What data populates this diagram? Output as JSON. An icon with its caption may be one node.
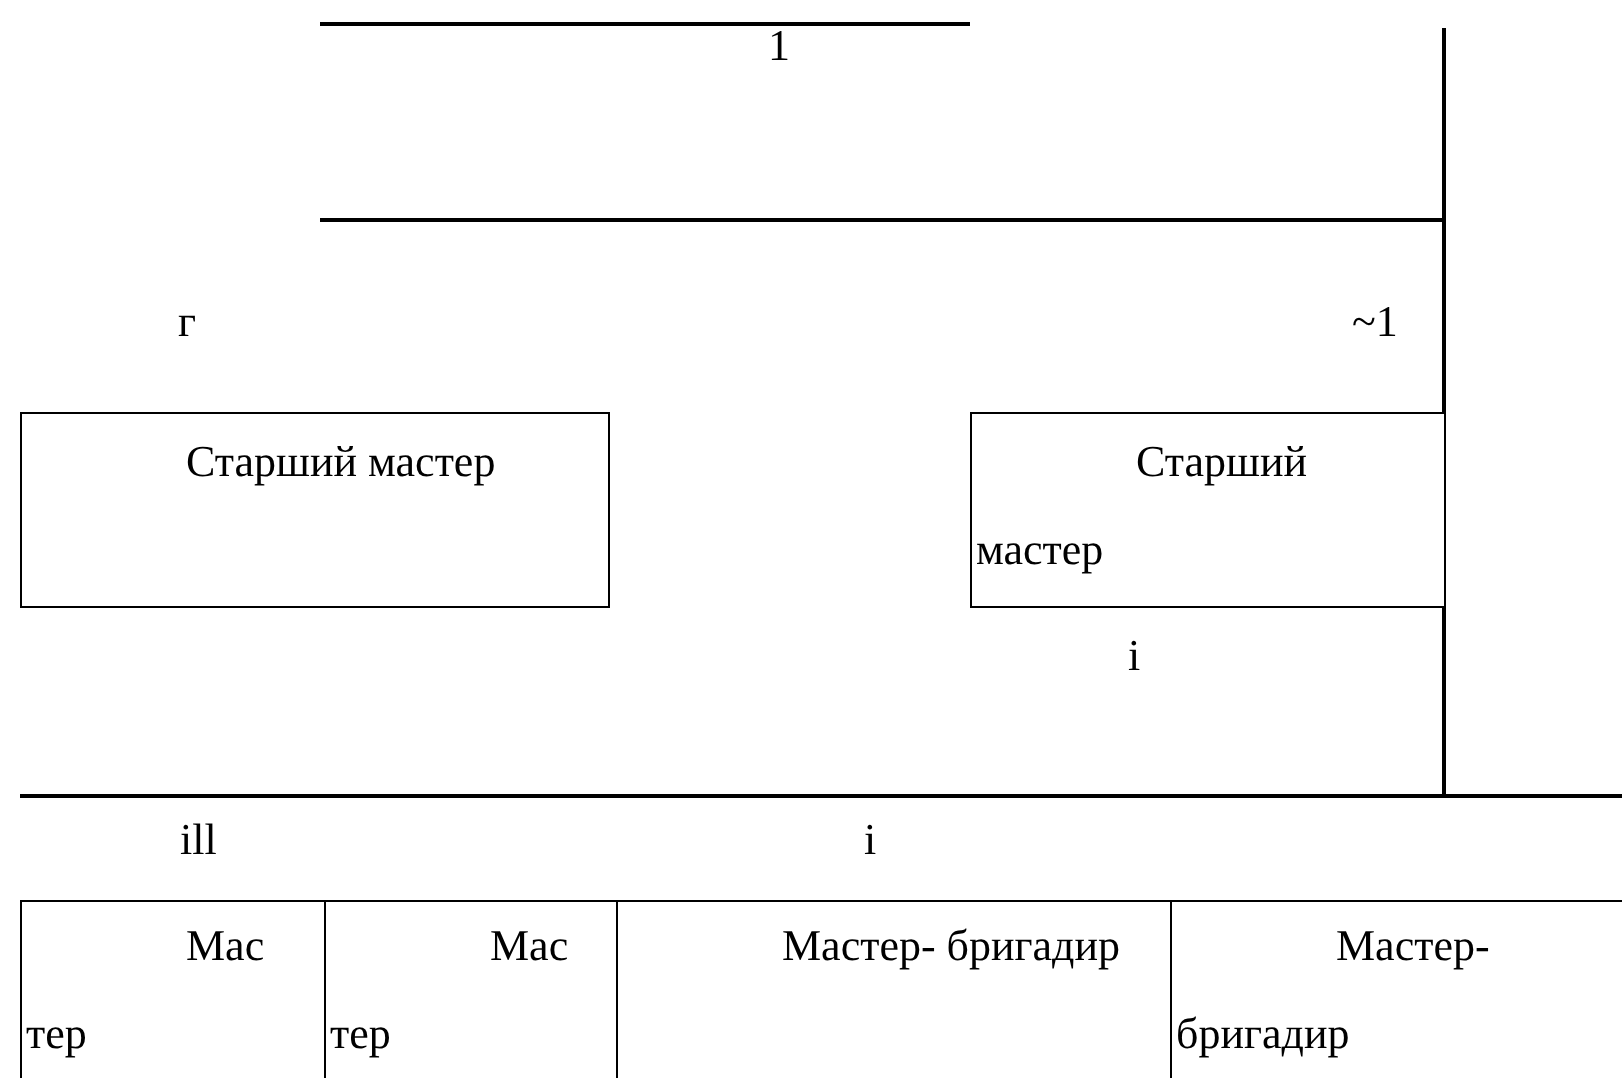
{
  "diagram": {
    "nodes": [
      {
        "text": [
          "Старший мастер"
        ]
      },
      {
        "text": [
          "Старший мастер"
        ]
      },
      {
        "text": [
          "Мас тер"
        ]
      },
      {
        "text": [
          "Мас тер"
        ]
      },
      {
        "text": [
          "Мастер- бригадир"
        ]
      },
      {
        "text": [
          "Мастер- бригадир"
        ]
      }
    ],
    "labels": [
      "1",
      "г",
      "~1",
      "i",
      "ill",
      "i"
    ]
  }
}
